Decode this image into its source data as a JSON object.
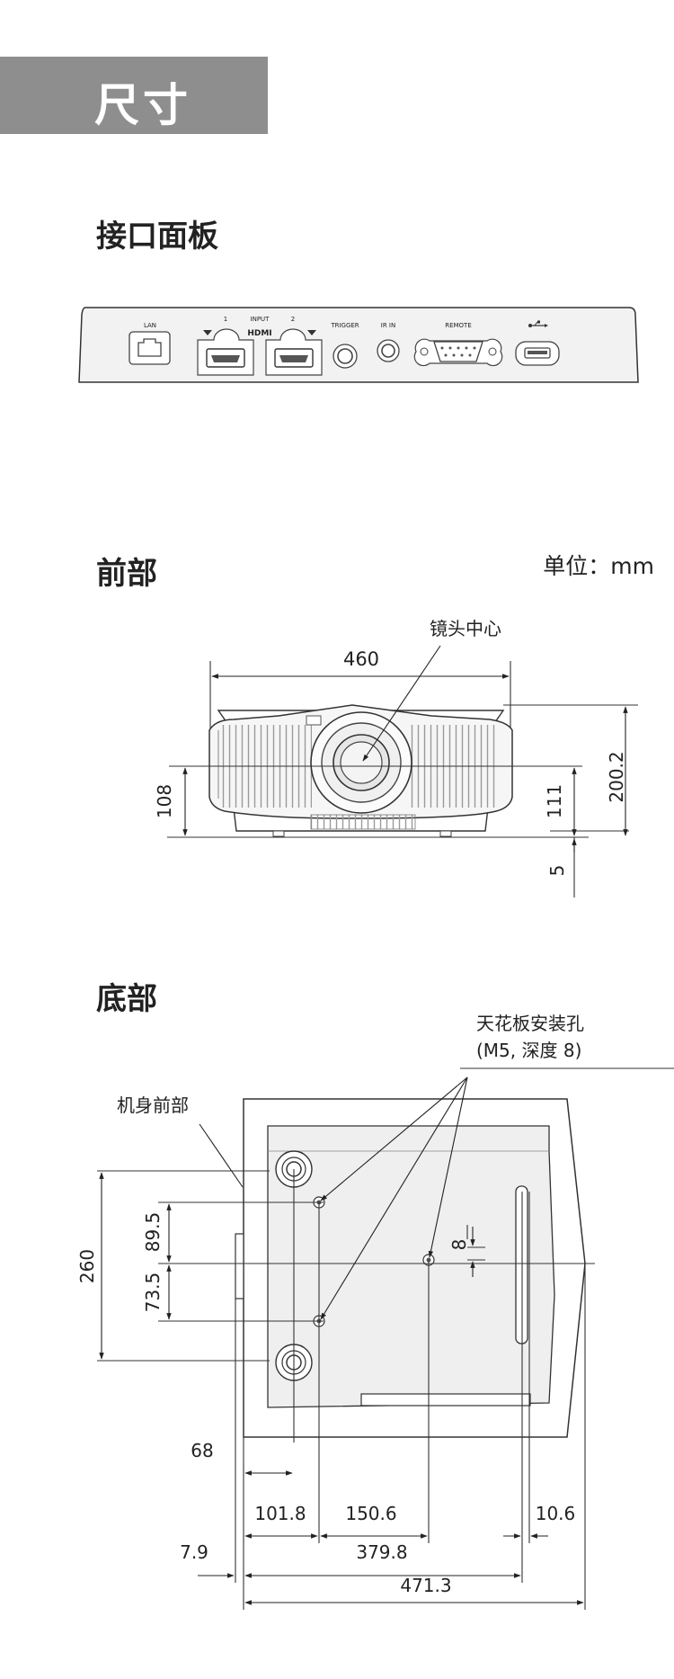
{
  "header": {
    "title": "尺寸"
  },
  "sections": {
    "panel": "接口面板",
    "front": "前部",
    "bottom": "底部"
  },
  "unit": "单位：mm",
  "panel": {
    "lan": "LAN",
    "input": "INPUT",
    "hdmi": "HDMI",
    "in1": "1",
    "in2": "2",
    "trigger": "TRIGGER",
    "ir_in": "IR  IN",
    "remote": "REMOTE"
  },
  "front": {
    "lens_center": "镜头中心",
    "width": "460",
    "lens_height_left": "108",
    "lens_height_right": "111",
    "total_height": "200.2",
    "foot": "5"
  },
  "bottom": {
    "mount_holes": "天花板安装孔",
    "mount_spec": "(M5, 深度 8)",
    "front_label": "机身前部",
    "depth": "260",
    "d1": "89.5",
    "d2": "73.5",
    "d_off": "8",
    "w68": "68",
    "w101": "101.8",
    "w150": "150.6",
    "w10": "10.6",
    "w7": "7.9",
    "w379": "379.8",
    "w471": "471.3"
  }
}
